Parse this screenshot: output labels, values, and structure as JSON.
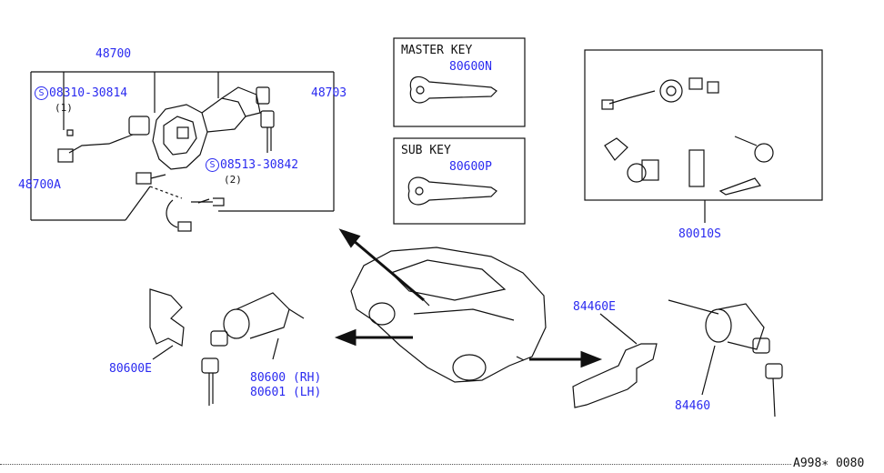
{
  "parts": {
    "ignition_assembly": "48700",
    "screw_1": {
      "code": "08310-30814",
      "qty": "(1)"
    },
    "key_cylinder": "48703",
    "screw_2": {
      "code": "08513-30842",
      "qty": "(2)"
    },
    "connector": "48700A",
    "kit": "80010S",
    "retainer_door": "80600E",
    "door_lock_rh": "80600 (RH)",
    "door_lock_lh": "80601 (LH)",
    "trunk_retainer": "84460E",
    "trunk_lock": "84460"
  },
  "keys": {
    "master_title": "MASTER KEY",
    "master_code": "80600N",
    "sub_title": "SUB KEY",
    "sub_code": "80600P"
  },
  "symbol_s": "S",
  "footer_code": "A998∗ 0080"
}
